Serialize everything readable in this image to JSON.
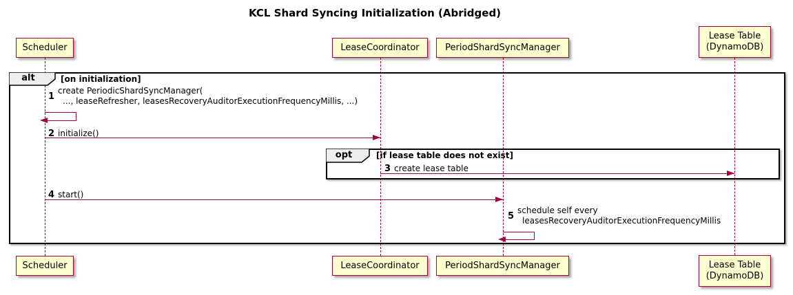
{
  "title": "KCL Shard Syncing Initialization (Abridged)",
  "colors": {
    "accent": "#A80036",
    "participant_fill": "#FEFECE",
    "frame_border": "#000000",
    "operator_fill": "#EEEEEE",
    "background": "#FFFFFF"
  },
  "participants": [
    {
      "label": "Scheduler"
    },
    {
      "label": "LeaseCoordinator"
    },
    {
      "label": "PeriodShardSyncManager"
    },
    {
      "label": "Lease Table\n(DynamoDB)"
    }
  ],
  "fragments": {
    "alt": {
      "operator": "alt",
      "guard": "[on initialization]"
    },
    "opt": {
      "operator": "opt",
      "guard": "[if lease table does not exist]"
    }
  },
  "messages": [
    {
      "num": "1",
      "lines": [
        "create PeriodicShardSyncManager(",
        "..., leaseRefresher, leasesRecoveryAuditorExecutionFrequencyMillis, ...)"
      ]
    },
    {
      "num": "2",
      "text": "initialize()"
    },
    {
      "num": "3",
      "text": "create lease table"
    },
    {
      "num": "4",
      "text": "start()"
    },
    {
      "num": "5",
      "lines": [
        "schedule self every",
        "leasesRecoveryAuditorExecutionFrequencyMillis"
      ]
    }
  ]
}
